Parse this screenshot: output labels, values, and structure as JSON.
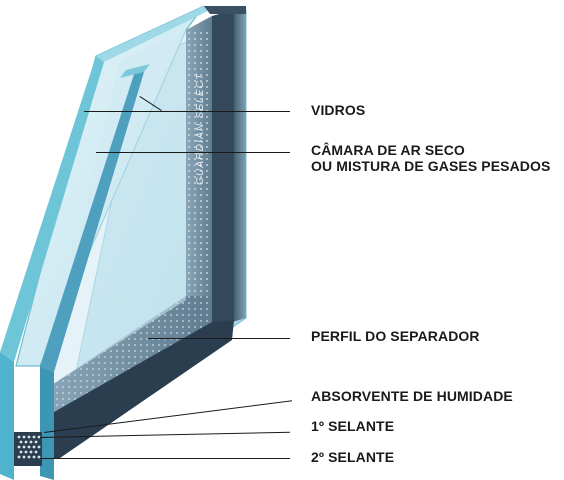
{
  "diagram": {
    "brand_mark": "GUARDIAN SELECT",
    "labels": {
      "vidros": "VIDROS",
      "camara_line1": "CÂMARA DE AR SECO",
      "camara_line2": "OU MISTURA DE GASES PESADOS",
      "perfil": "PERFIL DO SEPARADOR",
      "absorvente": "ABSORVENTE DE HUMIDADE",
      "selante1": "1º SELANTE",
      "selante2": "2º SELANTE"
    },
    "colors": {
      "front_glass": "#cfeaf2",
      "glass_edge": "#5fb6cc",
      "back_glass": "#bfe3ef",
      "spacer": "#6f8da1",
      "sealant": "#2e3f4f",
      "text": "#1a1a1a"
    }
  }
}
